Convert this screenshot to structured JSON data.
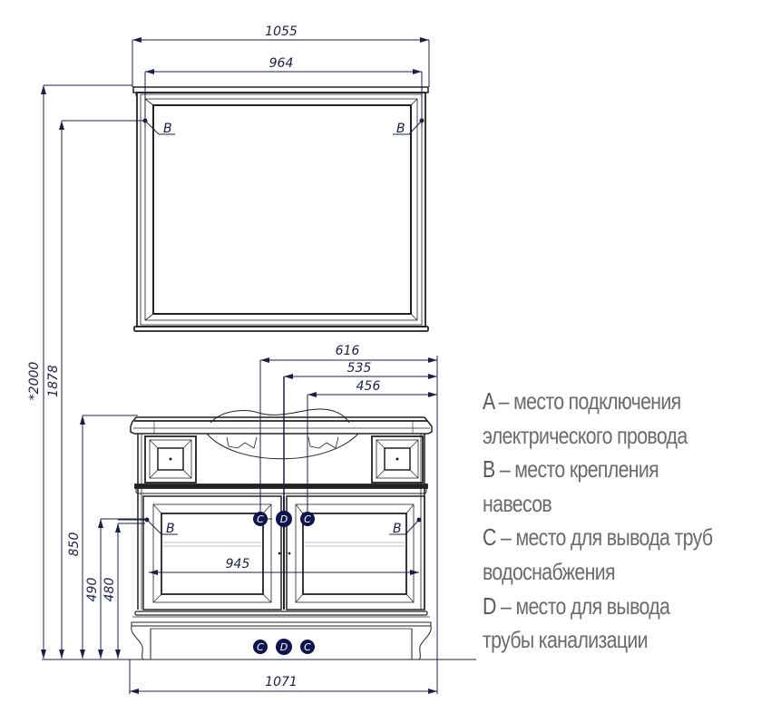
{
  "dimensions": {
    "mirror_outer_width": "1055",
    "mirror_inner_width": "964",
    "total_height": "*2000",
    "mirror_mount_height": "1878",
    "cabinet_height": "850",
    "door_mount_height_1": "490",
    "door_mount_height_2": "480",
    "cabinet_width": "1071",
    "inner_span": "945",
    "offset_616": "616",
    "offset_535": "535",
    "offset_456": "456"
  },
  "markers": {
    "b": "B",
    "c": "C",
    "d": "D"
  },
  "legend": {
    "items": [
      {
        "key": "A",
        "text": " – место подключения",
        "cont": "электрического провода"
      },
      {
        "key": "B",
        "text": " – место крепления",
        "cont": "навесов"
      },
      {
        "key": "C",
        "text": " – место для вывода труб",
        "cont": "водоснабжения"
      },
      {
        "key": "D",
        "text": " – место для вывода",
        "cont": "трубы канализации"
      }
    ]
  },
  "colors": {
    "dimension_line": "#1c1e4a",
    "drawing_line": "#222222",
    "marker_fill": "#0d1450",
    "legend_text": "#6b6b6b"
  }
}
